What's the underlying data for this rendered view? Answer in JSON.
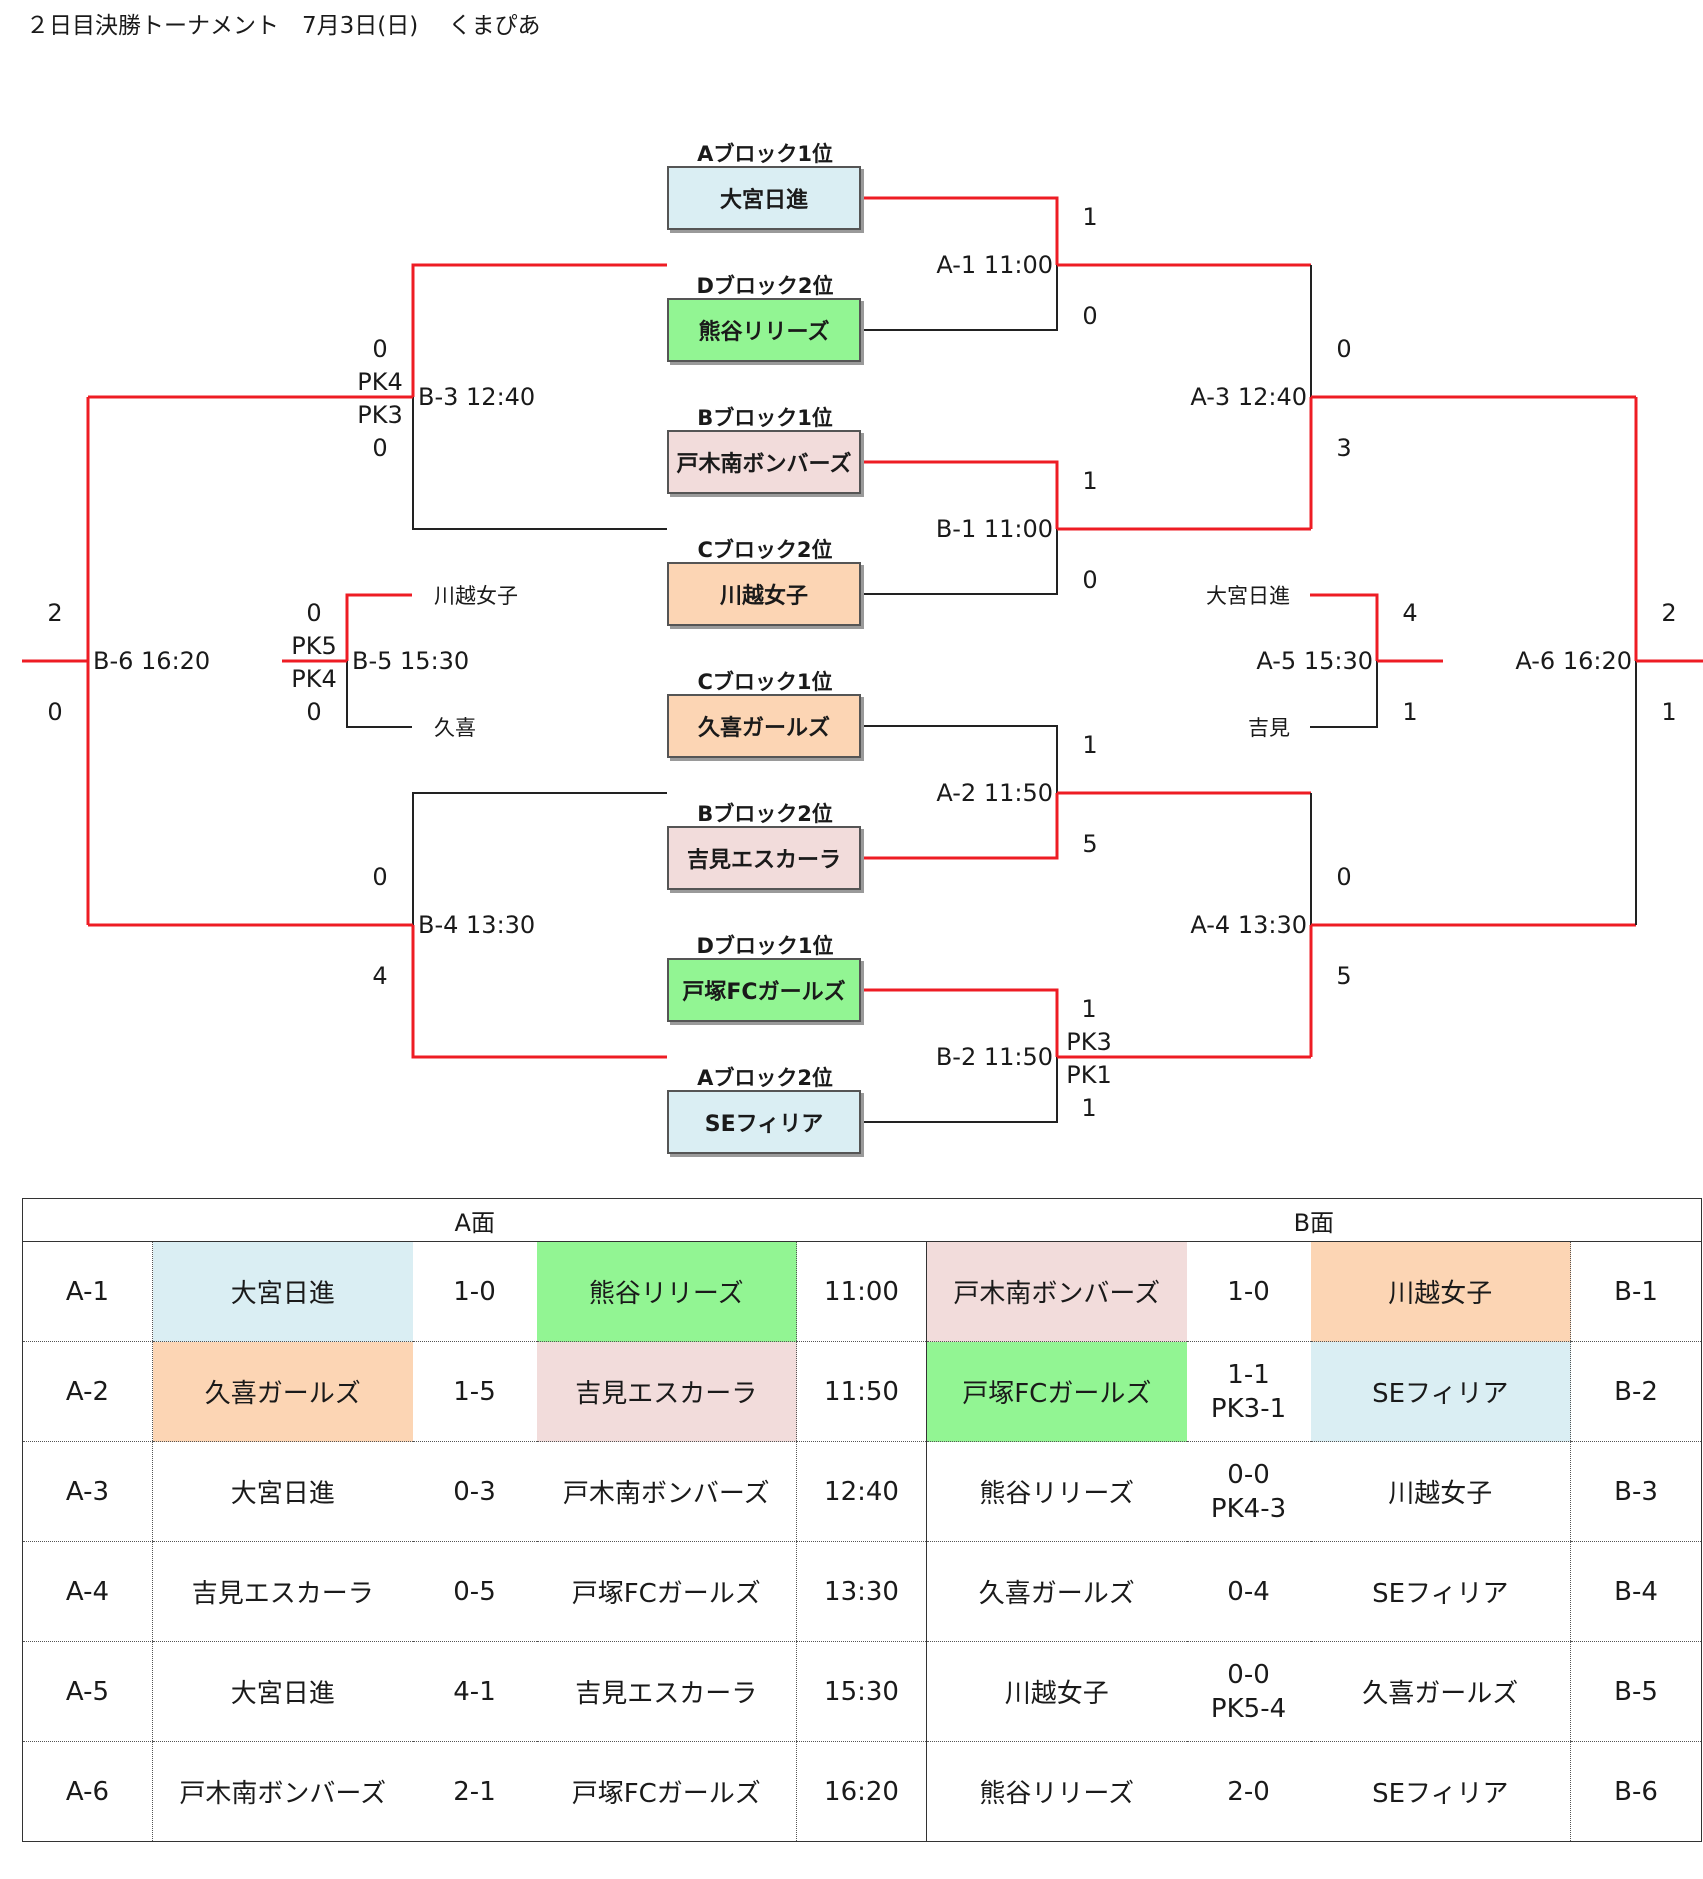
{
  "page_title": "２日目決勝トーナメント　7月3日(日)　 くまぴあ",
  "colors": {
    "light_blue": "#daeef3",
    "green": "#92f593",
    "pink": "#f2dcdb",
    "orange": "#fcd5b4",
    "win_line": "#ee1c24",
    "line": "#222222"
  },
  "bracket": {
    "slots": [
      {
        "label": "Aブロック1位",
        "team": "大宮日進",
        "color": "light_blue"
      },
      {
        "label": "Dブロック2位",
        "team": "熊谷リリーズ",
        "color": "green"
      },
      {
        "label": "Bブロック1位",
        "team": "戸木南ボンバーズ",
        "color": "pink"
      },
      {
        "label": "Cブロック2位",
        "team": "川越女子",
        "color": "orange"
      },
      {
        "label": "Cブロック1位",
        "team": "久喜ガールズ",
        "color": "orange"
      },
      {
        "label": "Bブロック2位",
        "team": "吉見エスカーラ",
        "color": "pink"
      },
      {
        "label": "Dブロック1位",
        "team": "戸塚FCガールズ",
        "color": "green"
      },
      {
        "label": "Aブロック2位",
        "team": "SEフィリア",
        "color": "light_blue"
      }
    ],
    "matches": {
      "a1": {
        "label": "A-1 11:00",
        "top": "1",
        "bottom": "0"
      },
      "b1": {
        "label": "B-1 11:00",
        "top": "1",
        "bottom": "0"
      },
      "a2": {
        "label": "A-2 11:50",
        "top": "1",
        "bottom": "5"
      },
      "b2": {
        "label": "B-2 11:50",
        "top": "1",
        "pk_top": "PK3",
        "pk_bottom": "PK1",
        "bottom": "1"
      },
      "a3": {
        "label": "A-3 12:40",
        "top": "0",
        "bottom": "3"
      },
      "a4": {
        "label": "A-4 13:30",
        "top": "0",
        "bottom": "5"
      },
      "b3": {
        "label": "B-3 12:40",
        "top": "0",
        "pk_top": "PK4",
        "pk_bottom": "PK3",
        "bottom": "0"
      },
      "b4": {
        "label": "B-4 13:30",
        "top": "0",
        "bottom": "4"
      },
      "a5": {
        "label": "A-5 15:30",
        "top": "4",
        "bottom": "1",
        "team_top": "大宮日進",
        "team_bottom": "吉見"
      },
      "b5": {
        "label": "B-5 15:30",
        "top": "0",
        "pk_top": "PK5",
        "pk_bottom": "PK4",
        "bottom": "0",
        "team_top": "川越女子",
        "team_bottom": "久喜"
      },
      "a6": {
        "label": "A-6 16:20",
        "top": "2",
        "bottom": "1"
      },
      "b6": {
        "label": "B-6 16:20",
        "top": "2",
        "bottom": "0"
      }
    }
  },
  "results": {
    "headers": {
      "a": "A面",
      "b": "B面"
    },
    "rows": [
      {
        "a_id": "A-1",
        "a_home": "大宮日進",
        "a_home_color": "light_blue",
        "a_score": "1-0",
        "a_away": "熊谷リリーズ",
        "a_away_color": "green",
        "time": "11:00",
        "b_home": "戸木南ボンバーズ",
        "b_home_color": "pink",
        "b_score": "1-0",
        "b_score_pk": "",
        "b_away": "川越女子",
        "b_away_color": "orange",
        "b_id": "B-1"
      },
      {
        "a_id": "A-2",
        "a_home": "久喜ガールズ",
        "a_home_color": "orange",
        "a_score": "1-5",
        "a_away": "吉見エスカーラ",
        "a_away_color": "pink",
        "time": "11:50",
        "b_home": "戸塚FCガールズ",
        "b_home_color": "green",
        "b_score": "1-1",
        "b_score_pk": "PK3-1",
        "b_away": "SEフィリア",
        "b_away_color": "light_blue",
        "b_id": "B-2"
      },
      {
        "a_id": "A-3",
        "a_home": "大宮日進",
        "a_score": "0-3",
        "a_away": "戸木南ボンバーズ",
        "time": "12:40",
        "b_home": "熊谷リリーズ",
        "b_score": "0-0",
        "b_score_pk": "PK4-3",
        "b_away": "川越女子",
        "b_id": "B-3"
      },
      {
        "a_id": "A-4",
        "a_home": "吉見エスカーラ",
        "a_score": "0-5",
        "a_away": "戸塚FCガールズ",
        "time": "13:30",
        "b_home": "久喜ガールズ",
        "b_score": "0-4",
        "b_score_pk": "",
        "b_away": "SEフィリア",
        "b_id": "B-4"
      },
      {
        "a_id": "A-5",
        "a_home": "大宮日進",
        "a_score": "4-1",
        "a_away": "吉見エスカーラ",
        "time": "15:30",
        "b_home": "川越女子",
        "b_score": "0-0",
        "b_score_pk": "PK5-4",
        "b_away": "久喜ガールズ",
        "b_id": "B-5"
      },
      {
        "a_id": "A-6",
        "a_home": "戸木南ボンバーズ",
        "a_score": "2-1",
        "a_away": "戸塚FCガールズ",
        "time": "16:20",
        "b_home": "熊谷リリーズ",
        "b_score": "2-0",
        "b_score_pk": "",
        "b_away": "SEフィリア",
        "b_id": "B-6"
      }
    ]
  }
}
